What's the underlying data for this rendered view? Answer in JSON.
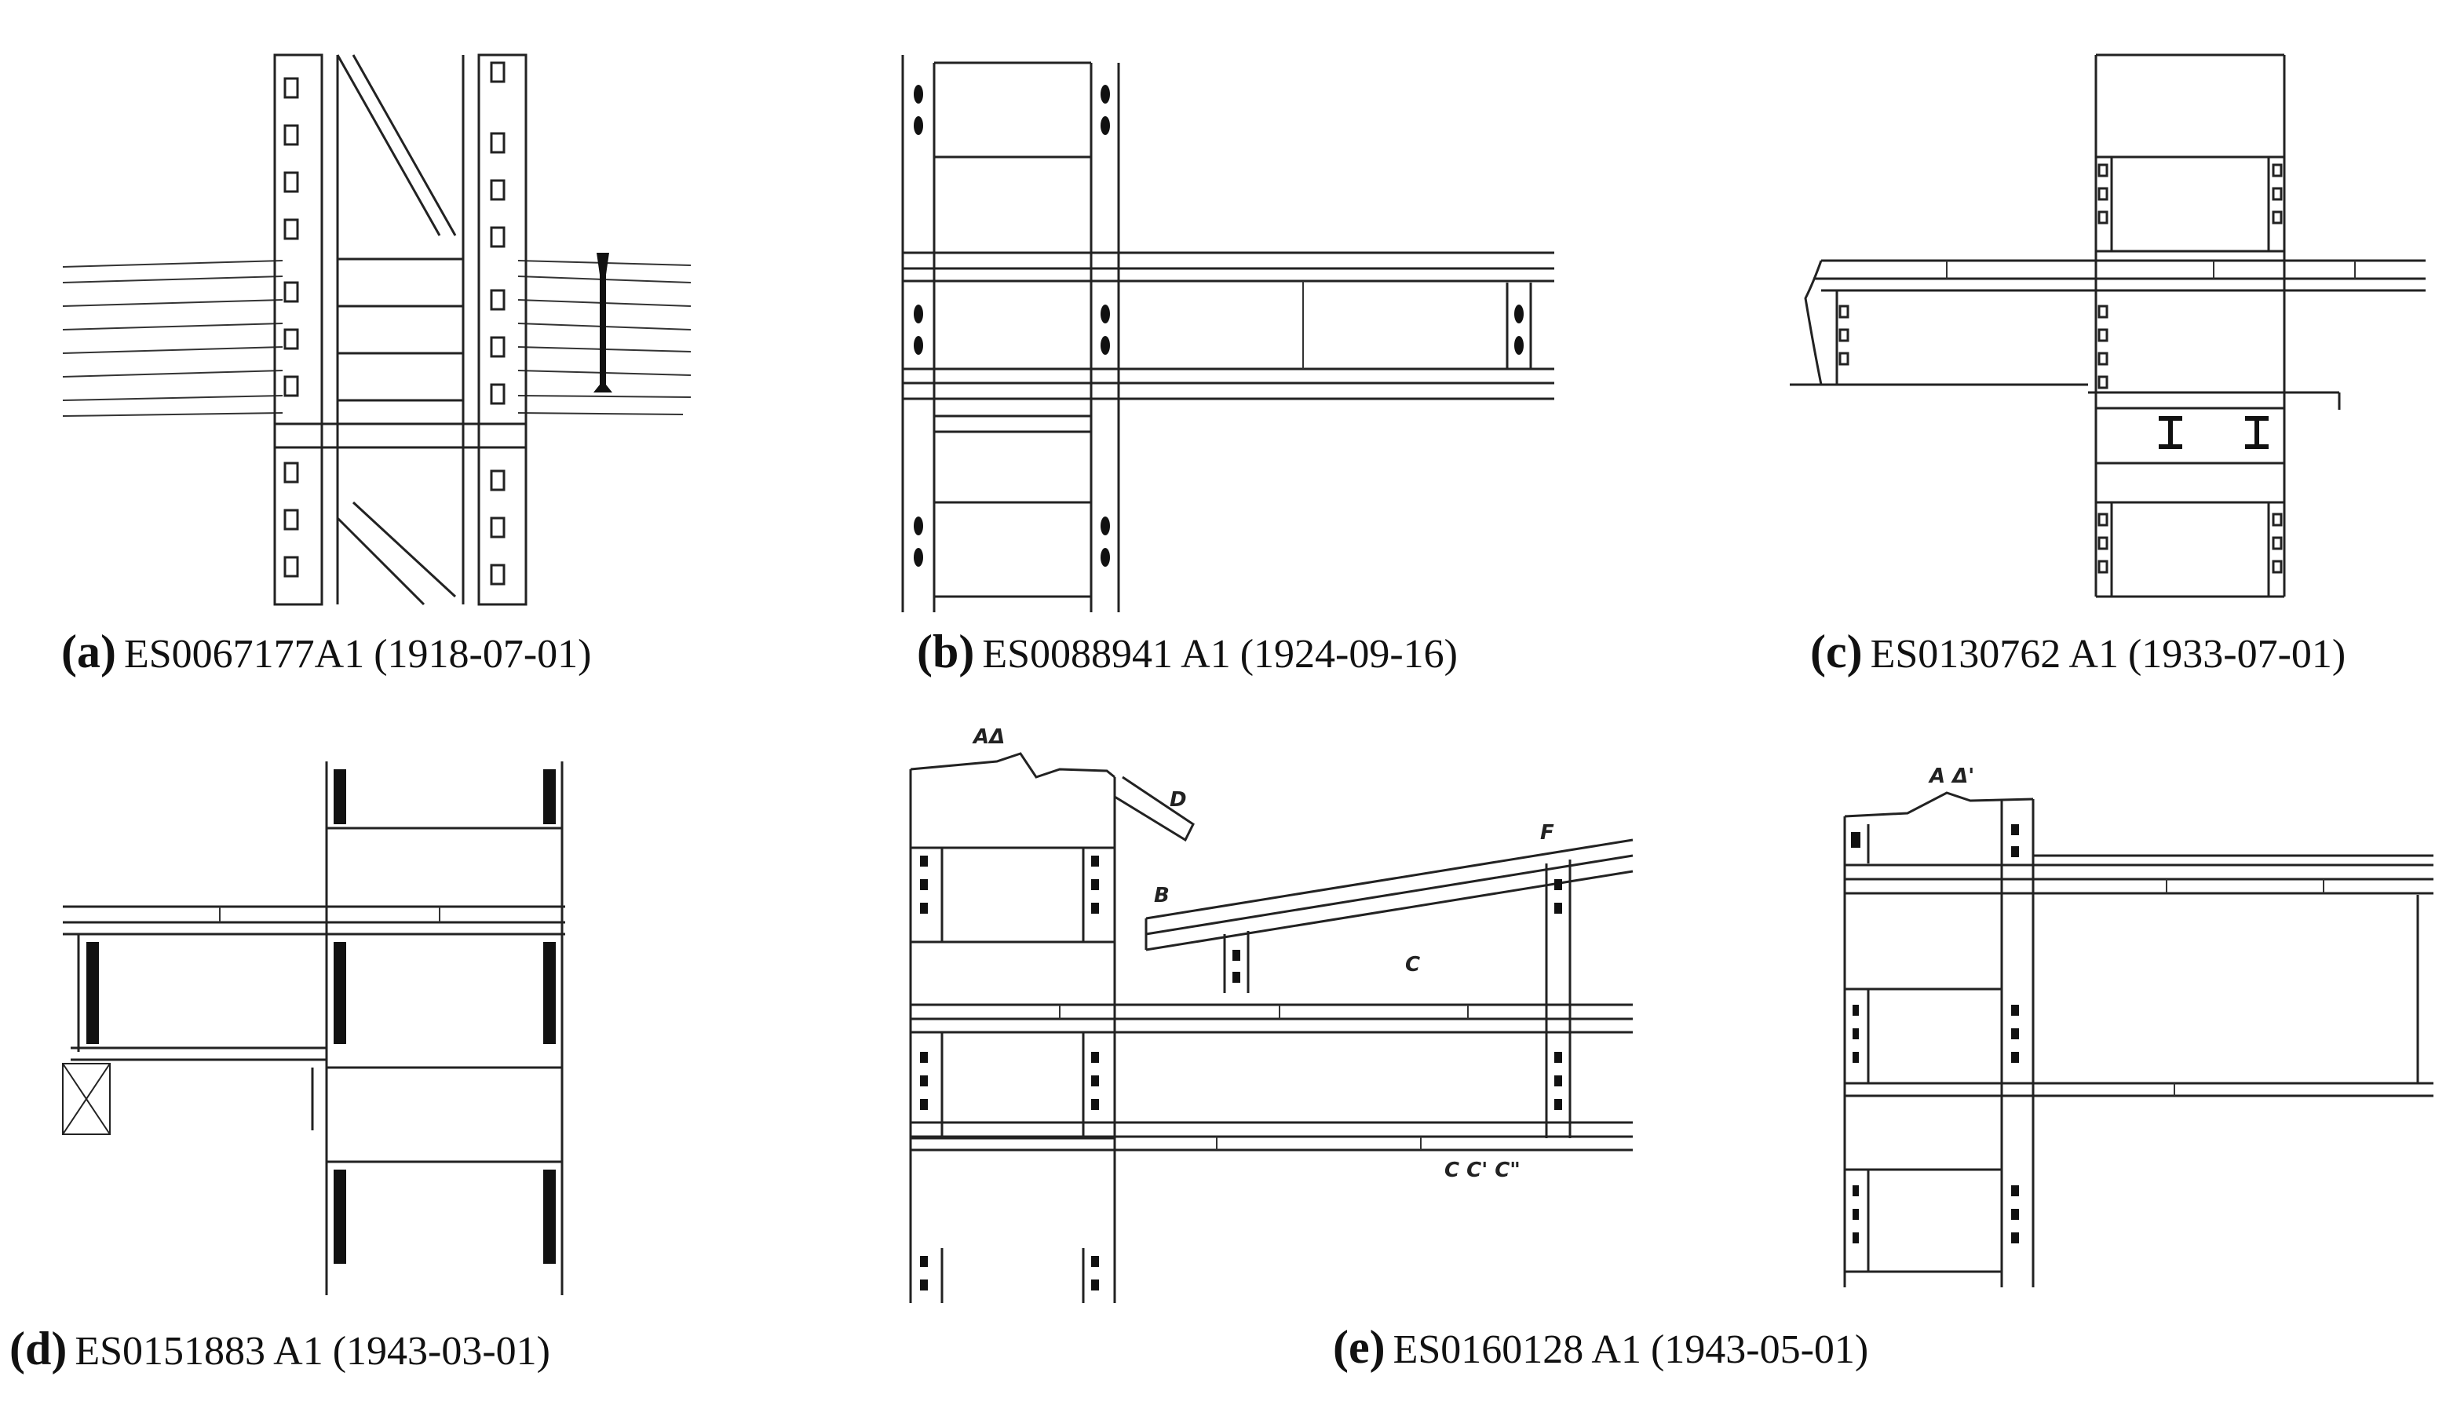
{
  "panels": [
    {
      "letter": "(a)",
      "code": "ES0067177A1",
      "date": "(1918-07-01)"
    },
    {
      "letter": "(b)",
      "code": "ES0088941 A1",
      "date": "(1924-09-16)"
    },
    {
      "letter": "(c)",
      "code": "ES0130762 A1",
      "date": "(1933-07-01)"
    },
    {
      "letter": "(d)",
      "code": "ES0151883 A1",
      "date": "(1943-03-01)"
    },
    {
      "letter": "(e)",
      "code": "ES0160128 A1",
      "date": "(1943-05-01)"
    }
  ],
  "annotations": {
    "e_left": {
      "aa": "AΔ",
      "d": "D",
      "b": "B",
      "f": "F",
      "c": "C",
      "ccc": "C C' C\""
    },
    "e_right": {
      "aa": "A Δ'"
    }
  }
}
